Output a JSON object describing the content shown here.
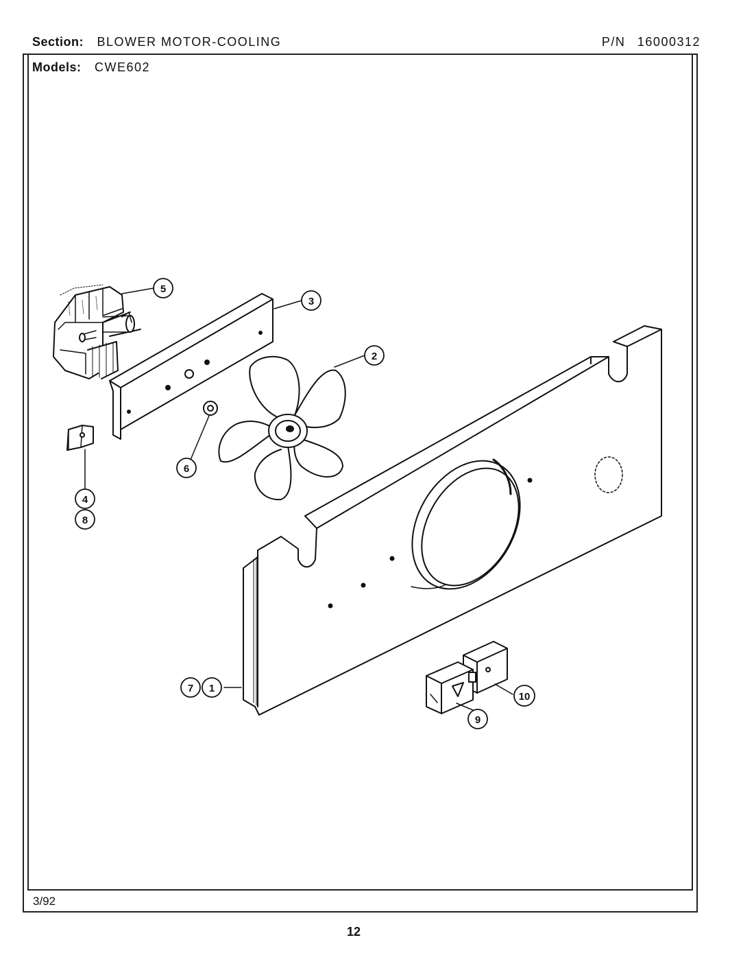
{
  "header": {
    "section_label": "Section:",
    "section_value": "BLOWER MOTOR-COOLING",
    "models_label": "Models:",
    "models_value": "CWE602",
    "pn_label": "P/N",
    "pn_value": "16000312"
  },
  "footer": {
    "date": "3/92",
    "page_number": "12"
  },
  "callouts": {
    "c1": "1",
    "c2": "2",
    "c3": "3",
    "c4": "4",
    "c5": "5",
    "c6": "6",
    "c7": "7",
    "c8": "8",
    "c9": "9",
    "c10": "10"
  }
}
